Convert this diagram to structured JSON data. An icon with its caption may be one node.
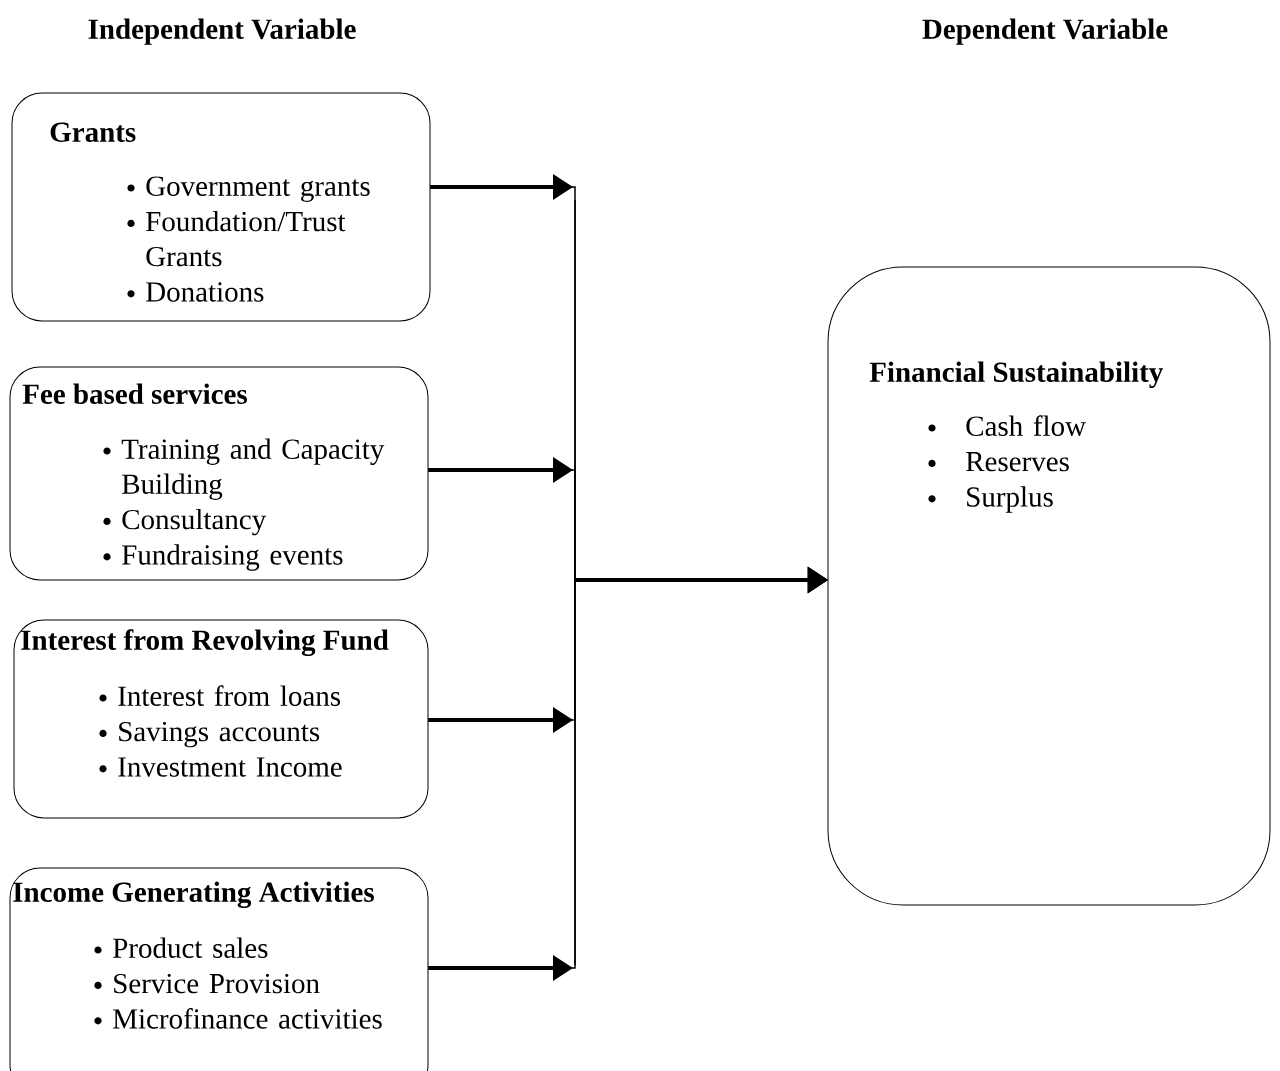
{
  "diagram": {
    "nodes": [
      {
        "text": [
          "Grants",
          "Government grants",
          "Foundation/Trust Grants",
          "Donations"
        ]
      },
      {
        "text": [
          "Fee based services",
          "Training and Capacity Building",
          "Consultancy",
          "Fundraising events"
        ]
      },
      {
        "text": [
          "Interest from Revolving Fund",
          "Interest from loans",
          "Savings accounts",
          "Investment Income"
        ]
      },
      {
        "text": [
          "Income Generating Activities",
          "Product sales",
          "Service Provision",
          "Microfinance activities"
        ]
      },
      {
        "text": [
          "Financial Sustainability",
          "Cash flow",
          "Reserves",
          "Surplus"
        ]
      }
    ],
    "edges": [
      {
        "from": 0,
        "to": 4,
        "arrow": "to"
      },
      {
        "from": 1,
        "to": 4,
        "arrow": "to"
      },
      {
        "from": 2,
        "to": 4,
        "arrow": "to"
      },
      {
        "from": 3,
        "to": 4,
        "arrow": "to"
      }
    ],
    "labels": [
      "Independent Variable",
      "Dependent Variable"
    ]
  }
}
